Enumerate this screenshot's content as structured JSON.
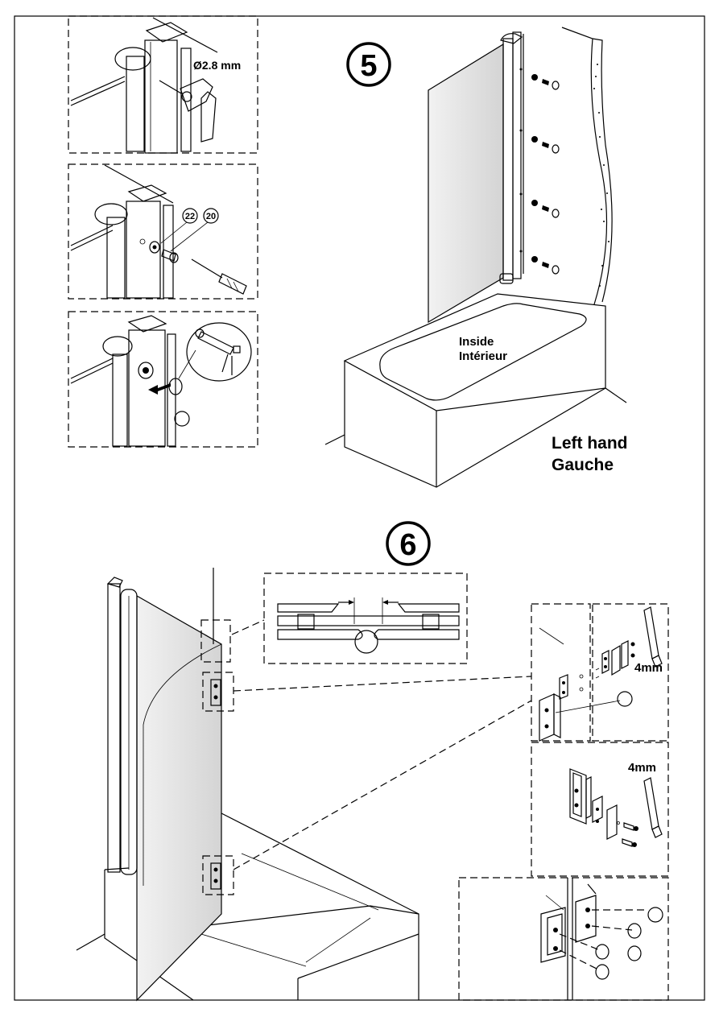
{
  "steps": {
    "step5": {
      "number": "5"
    },
    "step6": {
      "number": "6"
    }
  },
  "labels": {
    "drill_size": "Ø2.8 mm",
    "part_washer": "22",
    "part_screw": "20",
    "inside_en": "Inside",
    "inside_fr": "Intérieur",
    "hand_en": "Left hand",
    "hand_fr": "Gauche",
    "allen_key_1": "4mm",
    "allen_key_2": "4mm"
  },
  "icons": [
    "drill-icon",
    "screwdriver-icon",
    "sealant-gun-icon",
    "allen-key-icon",
    "push-arrow-icon"
  ]
}
